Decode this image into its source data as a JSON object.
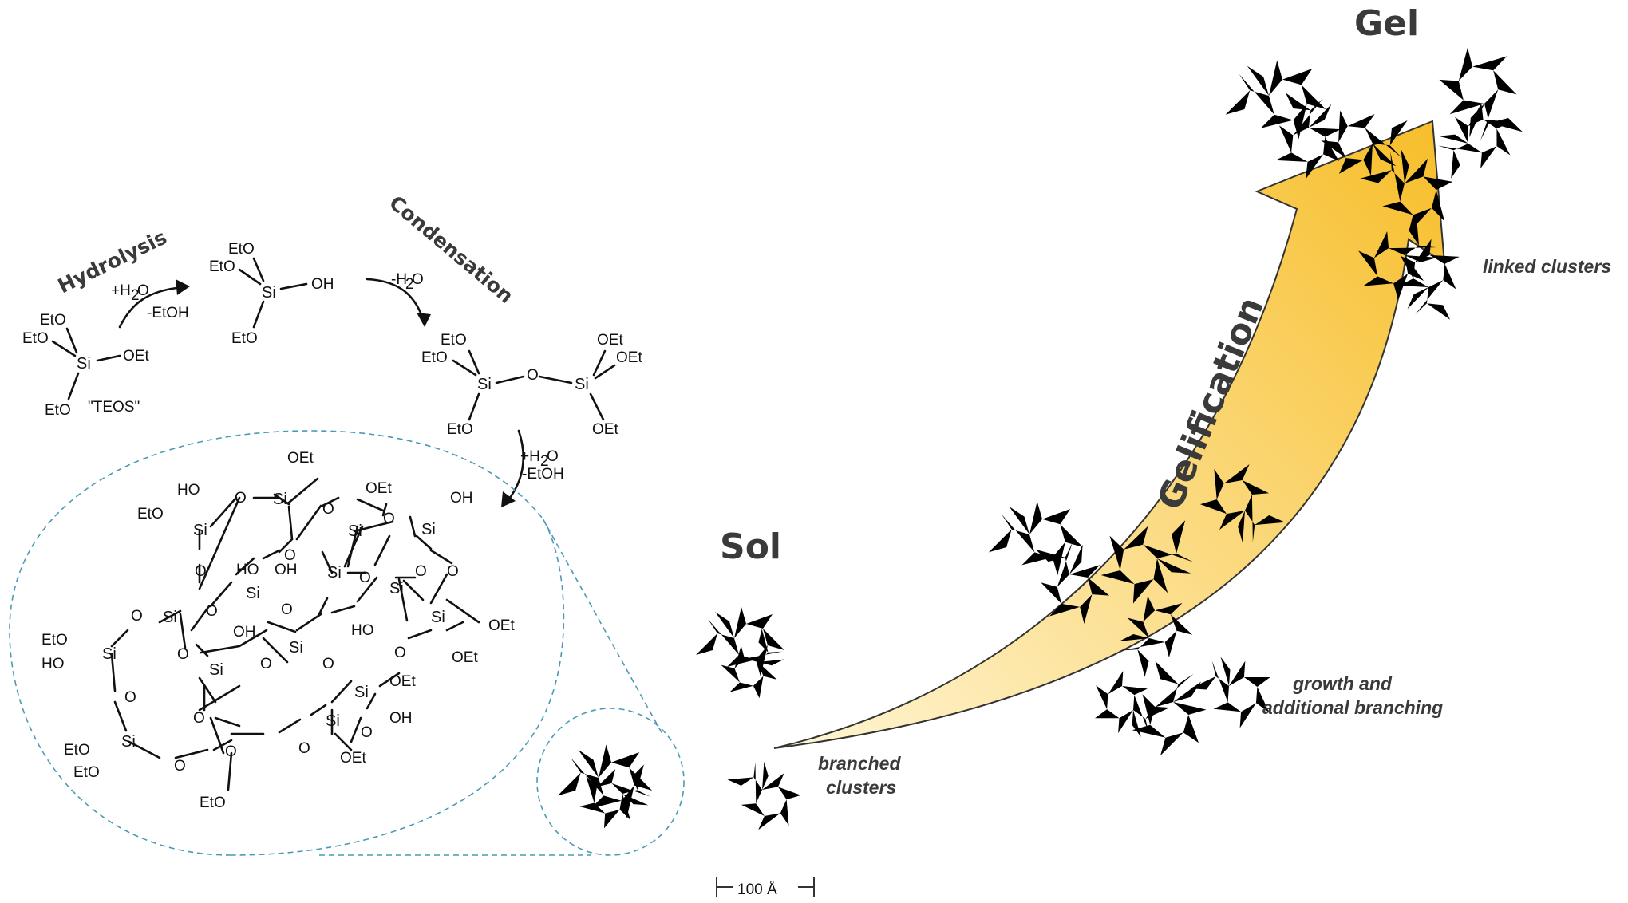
{
  "labels": {
    "gel": "Gel",
    "sol": "Sol",
    "hydrolysis": "Hydrolysis",
    "condensation": "Condensation",
    "gelification": "Gelification",
    "linked_clusters": "linked clusters",
    "growth_line1": "growth and",
    "growth_line2": "additional branching",
    "branched_line1": "branched",
    "branched_line2": "clusters",
    "scale": "100 Å",
    "teos": "\"TEOS\""
  },
  "reagents": {
    "hydrolysis_plus": "+H",
    "hydrolysis_sub": "2",
    "hydrolysis_tail": "O",
    "hydrolysis_minus": "-EtOH",
    "condensation_minus": "-H",
    "condensation_sub": "2",
    "condensation_tail": "O",
    "second_plus": "+H",
    "second_sub": "2",
    "second_tail": "O",
    "second_minus": "-EtOH"
  },
  "atoms": {
    "si": "Si",
    "o": "O",
    "oet": "OEt",
    "eto": "EtO",
    "oh": "OH",
    "ho": "HO"
  },
  "colors": {
    "arrow_start": "#fff6d6",
    "arrow_end": "#f7be2a",
    "dash": "#4a9ab5",
    "title": "#3a3a3a"
  }
}
